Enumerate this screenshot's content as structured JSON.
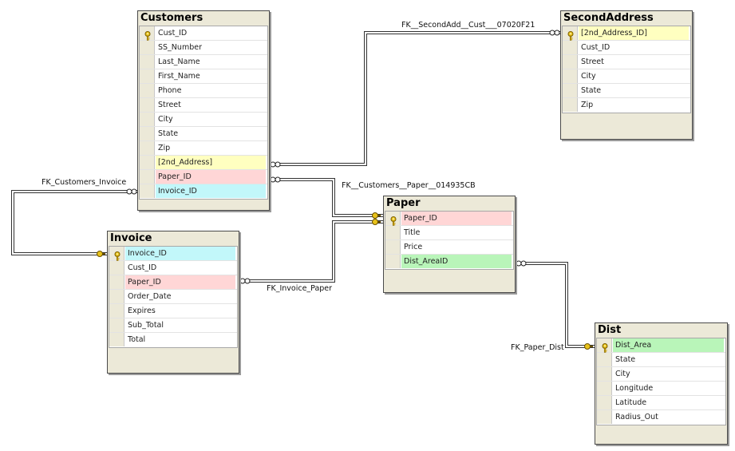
{
  "colors": {
    "title_bar": "#ece9d8",
    "yellow": "#ffffc0",
    "pink": "#ffd6d6",
    "cyan": "#c2f7fa",
    "green": "#b9f5b9"
  },
  "tables": {
    "customers": {
      "title": "Customers",
      "columns": [
        {
          "name": "Cust_ID",
          "key": true
        },
        {
          "name": "SS_Number"
        },
        {
          "name": "Last_Name"
        },
        {
          "name": "First_Name"
        },
        {
          "name": "Phone"
        },
        {
          "name": "Street"
        },
        {
          "name": "City"
        },
        {
          "name": "State"
        },
        {
          "name": "Zip"
        },
        {
          "name": "[2nd_Address]",
          "hl": "yellow"
        },
        {
          "name": "Paper_ID",
          "hl": "pink"
        },
        {
          "name": "Invoice_ID",
          "hl": "cyan"
        }
      ]
    },
    "second_address": {
      "title": "SecondAddress",
      "columns": [
        {
          "name": "[2nd_Address_ID]",
          "key": true,
          "hl": "yellow"
        },
        {
          "name": "Cust_ID"
        },
        {
          "name": "Street"
        },
        {
          "name": "City"
        },
        {
          "name": "State"
        },
        {
          "name": "Zip"
        }
      ]
    },
    "paper": {
      "title": "Paper",
      "columns": [
        {
          "name": "Paper_ID",
          "key": true,
          "hl": "pink"
        },
        {
          "name": "Title"
        },
        {
          "name": "Price"
        },
        {
          "name": "Dist_AreaID",
          "hl": "green"
        }
      ]
    },
    "invoice": {
      "title": "Invoice",
      "columns": [
        {
          "name": "Invoice_ID",
          "key": true,
          "hl": "cyan"
        },
        {
          "name": "Cust_ID"
        },
        {
          "name": "Paper_ID",
          "hl": "pink"
        },
        {
          "name": "Order_Date"
        },
        {
          "name": "Expires"
        },
        {
          "name": "Sub_Total"
        },
        {
          "name": "Total"
        }
      ]
    },
    "dist": {
      "title": "Dist",
      "columns": [
        {
          "name": "Dist_Area",
          "key": true,
          "hl": "green"
        },
        {
          "name": "State"
        },
        {
          "name": "City"
        },
        {
          "name": "Longitude"
        },
        {
          "name": "Latitude"
        },
        {
          "name": "Radius_Out"
        }
      ]
    }
  },
  "relationships": {
    "fk_second_add": "FK__SecondAdd__Cust___07020F21",
    "fk_customers_invoice": "FK_Customers_Invoice",
    "fk_customers_paper": "FK__Customers__Paper__014935CB",
    "fk_invoice_paper": "FK_Invoice_Paper",
    "fk_paper_dist": "FK_Paper_Dist"
  }
}
